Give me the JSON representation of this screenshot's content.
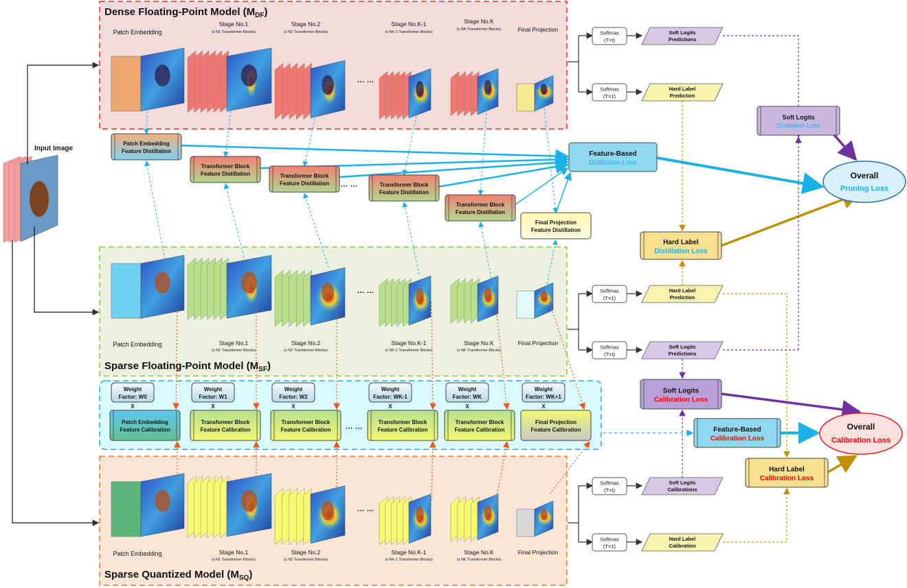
{
  "input_image": {
    "label": "Input Image"
  },
  "models": {
    "dense": {
      "title": "Dense Floating-Point Model (M",
      "sub": "DF",
      "end": ")",
      "border": "#e03030",
      "fill": "#f2dcdb"
    },
    "sparse": {
      "title": "Sparse Floating-Point Model (M",
      "sub": "SF",
      "end": ")",
      "border": "#8cc83c",
      "fill": "#ebf1de"
    },
    "quant": {
      "title": "Sparse Quantized Model (M",
      "sub": "SQ",
      "end": ")",
      "border": "#e8782c",
      "fill": "#fbe5d6"
    }
  },
  "stage_labels": {
    "patch": "Patch Embedding",
    "s1": "Stage No.1",
    "s1_sub": "(x N1 Transformer Blocks)",
    "s2": "Stage No.2",
    "s2_sub": "(x N2 Transformer Blocks)",
    "sk1": "Stage No.K-1",
    "sk1_sub": "(x NK-1 Transformer Blocks)",
    "sk": "Stage No.K",
    "sk_sub": "(x NK Transformer Blocks)",
    "final": "Final Projection",
    "ellipsis": "… …"
  },
  "distillation_boxes": [
    {
      "line1": "Patch Embedding",
      "line2": "Feature Distillation"
    },
    {
      "line1": "Transformer Block",
      "line2": "Feature Distillation"
    },
    {
      "line1": "Transformer Block",
      "line2": "Feature Distillation"
    },
    {
      "line1": "Transformer Block",
      "line2": "Feature Distillation"
    },
    {
      "line1": "Transformer Block",
      "line2": "Feature Distillation"
    },
    {
      "line1": "Final Projection",
      "line2": "Feature Distillation"
    }
  ],
  "weight_factors": [
    {
      "line1": "Weight",
      "line2": "Factor: W0"
    },
    {
      "line1": "Weight",
      "line2": "Factor: W1"
    },
    {
      "line1": "Weight",
      "line2": "Factor: W2"
    },
    {
      "line1": "Weight",
      "line2": "Factor: WK-1"
    },
    {
      "line1": "Weight",
      "line2": "Factor: WK"
    },
    {
      "line1": "Weight",
      "line2": "Factor: WK+1"
    }
  ],
  "multiply_sign": "X",
  "calibration_boxes": [
    {
      "line1": "Patch Embedding",
      "line2": "Feature Calibration"
    },
    {
      "line1": "Transformer Block",
      "line2": "Feature Calibration"
    },
    {
      "line1": "Transformer Block",
      "line2": "Feature Calibration"
    },
    {
      "line1": "Transformer Block",
      "line2": "Feature Calibration"
    },
    {
      "line1": "Transformer Block",
      "line2": "Feature Calibration"
    },
    {
      "line1": "Final Projection",
      "line2": "Feature Calibration"
    }
  ],
  "softmax": {
    "soft": [
      "Softmax",
      "(T=t)"
    ],
    "hard": [
      "Softmax",
      "(T=1)"
    ]
  },
  "outputs": {
    "dense_soft": [
      "Soft Logits",
      "Predictions"
    ],
    "dense_hard": [
      "Hard Label",
      "Prediction"
    ],
    "sparse_hard": [
      "Hard Label",
      "Prediction"
    ],
    "sparse_soft": [
      "Soft Logits",
      "Predictions"
    ],
    "quant_soft": [
      "Soft Logits",
      "Calibrations"
    ],
    "quant_hard": [
      "Hard Label",
      "Calibration"
    ]
  },
  "losses": {
    "feature_distill": [
      "Feature-Based",
      "Distillation Loss"
    ],
    "soft_distill": [
      "Soft Logits",
      "Distillation Loss"
    ],
    "hard_distill": [
      "Hard Label",
      "Distillation Loss"
    ],
    "overall_pruning": [
      "Overall",
      "Pruning Loss"
    ],
    "soft_calib": [
      "Soft Logits",
      "Calibration Loss"
    ],
    "feature_calib": [
      "Feature-Based",
      "Calibration Loss"
    ],
    "hard_calib": [
      "Hard Label",
      "Calibration Loss"
    ],
    "overall_calib": [
      "Overall",
      "Calibration Loss"
    ]
  },
  "colors": {
    "distill_blue": "#1ab0e8",
    "calib_red": "#ff0000",
    "purple": "#7030a0",
    "gold": "#c09000",
    "orange_dotted": "#e85a1a",
    "calib_region": "#dafbfd"
  }
}
